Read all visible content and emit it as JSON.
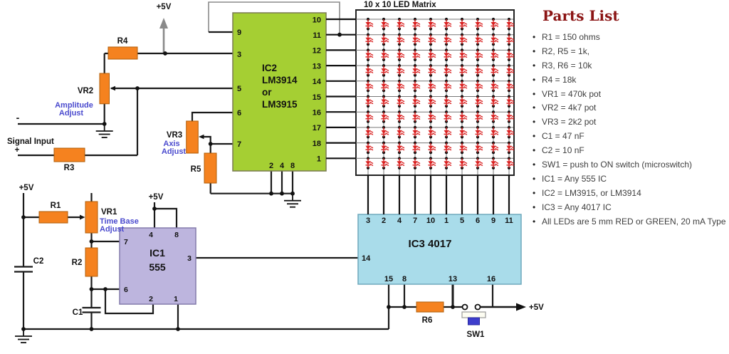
{
  "labels": {
    "plus5v": "+5V",
    "signal_input": "Signal Input",
    "minus": "-",
    "plus": "+",
    "r1": "R1",
    "r2": "R2",
    "r3": "R3",
    "r4": "R4",
    "r5": "R5",
    "r6": "R6",
    "c1": "C1",
    "c2": "C2",
    "sw1": "SW1",
    "vr1": "VR1",
    "vr1_caption1": "Time Base",
    "vr1_caption2": "Adjust",
    "vr2": "VR2",
    "vr2_caption1": "Amplitude",
    "vr2_caption2": "Adjust",
    "vr3": "VR3",
    "vr3_caption1": "Axis",
    "vr3_caption2": "Adjust"
  },
  "ic1": {
    "name": "IC1",
    "part": "555",
    "pin_top_1": "4",
    "pin_top_2": "8",
    "pin_left_1": "7",
    "pin_left_2": "6",
    "pin_right_1": "3",
    "pin_bottom_1": "2",
    "pin_bottom_2": "1"
  },
  "ic2": {
    "name": "IC2",
    "part_line1": "LM3914",
    "part_line2": "or",
    "part_line3": "LM3915",
    "left_pins": [
      "9",
      "3",
      "5",
      "6",
      "7"
    ],
    "right_pins": [
      "10",
      "11",
      "12",
      "13",
      "14",
      "15",
      "16",
      "17",
      "18",
      "1"
    ],
    "bottom_pins": [
      "2",
      "4",
      "8"
    ]
  },
  "ic3": {
    "name": "IC3 4017",
    "top_pins": [
      "3",
      "2",
      "4",
      "7",
      "10",
      "1",
      "5",
      "6",
      "9",
      "11"
    ],
    "left_pin": "14",
    "bottom_pins": [
      "15",
      "8",
      "13",
      "16"
    ]
  },
  "matrix": {
    "title": "10 x 10 LED Matrix",
    "rows": 10,
    "cols": 10
  },
  "parts_list": {
    "title": "Parts List",
    "items": [
      "R1 = 150 ohms",
      "R2, R5 = 1k,",
      "R3, R6 = 10k",
      "R4 = 18k",
      "VR1 = 470k pot",
      "VR2 = 4k7 pot",
      "VR3 = 2k2 pot",
      "C1 = 47 nF",
      "C2 = 10 nF",
      "SW1 = push to ON switch (microswitch)",
      "IC1 = Any 555 IC",
      "IC2 = LM3915, or LM3914",
      "IC3 = Any 4017 IC",
      "All LEDs are 5 mm RED or GREEN, 20 mA Type"
    ]
  },
  "colors": {
    "ic1_fill": "#bdb5de",
    "ic2_fill": "#a5cf33",
    "ic3_fill": "#a9dcea",
    "resistor": "#f5821f",
    "led": "#d92121",
    "wire": "#1a1a1a",
    "label_blue": "#4a4ace",
    "parts_title": "#8b1414",
    "switch_blue": "#3d3dcc"
  }
}
